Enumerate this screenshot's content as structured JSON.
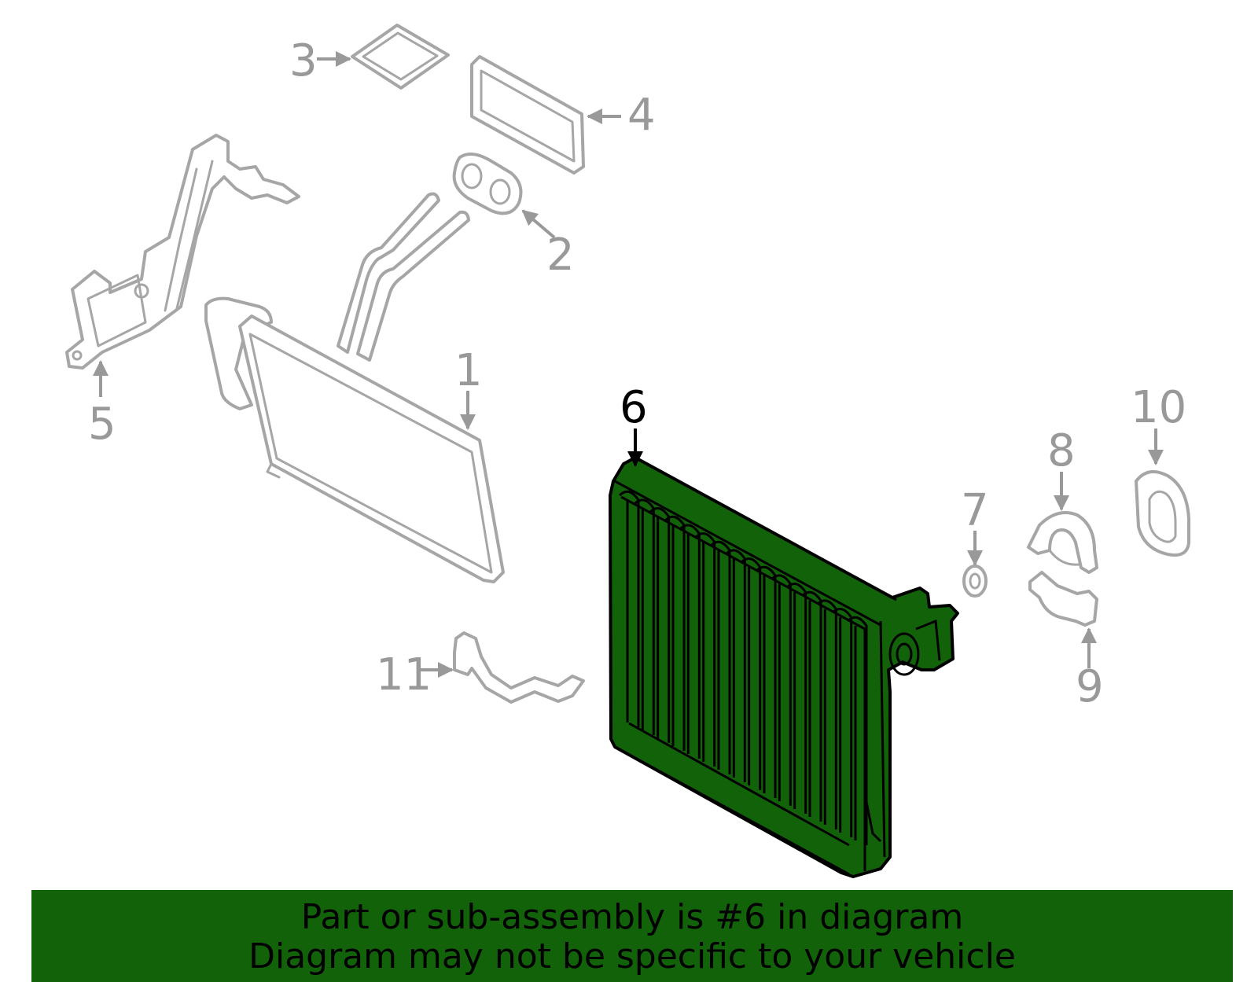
{
  "callouts": {
    "c1": "1",
    "c2": "2",
    "c3": "3",
    "c4": "4",
    "c5": "5",
    "c6": "6",
    "c7": "7",
    "c8": "8",
    "c9": "9",
    "c10": "10",
    "c11": "11"
  },
  "highlight_part": "6",
  "colors": {
    "highlight": "#12620a",
    "faded": "#a6a6a6",
    "banner": "#12620a"
  },
  "banner": {
    "line1": "Part or sub-assembly is #6 in diagram",
    "line2": "Diagram may not be specific to your vehicle"
  }
}
